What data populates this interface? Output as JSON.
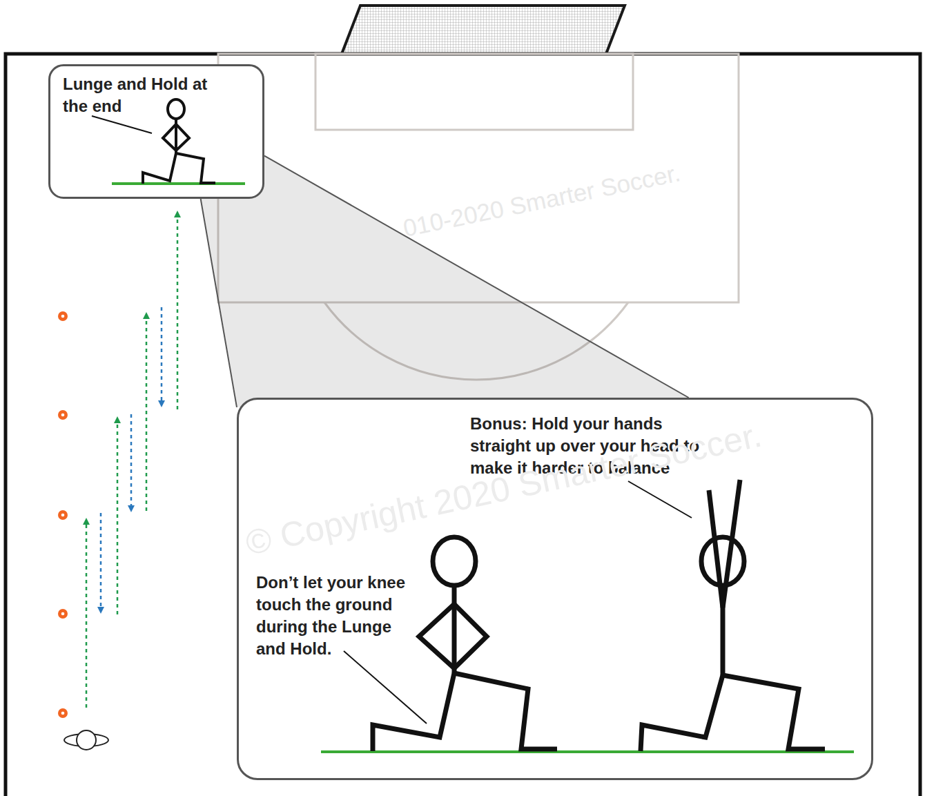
{
  "diagram": {
    "nodes": [
      {
        "text": [
          "Lunge and Hold at the end"
        ]
      },
      {
        "text": [
          "Bonus: Hold your hands straight up over your head to make it harder to balance",
          "Don’t let your knee touch the ground during the Lunge and Hold."
        ]
      }
    ],
    "edges": [
      {
        "from": 0,
        "to": 1,
        "arrow": "none"
      }
    ],
    "labels": [
      "010-2020 Smarter Soccer.",
      "© Copyright 2020 Smarter Soccer."
    ]
  }
}
